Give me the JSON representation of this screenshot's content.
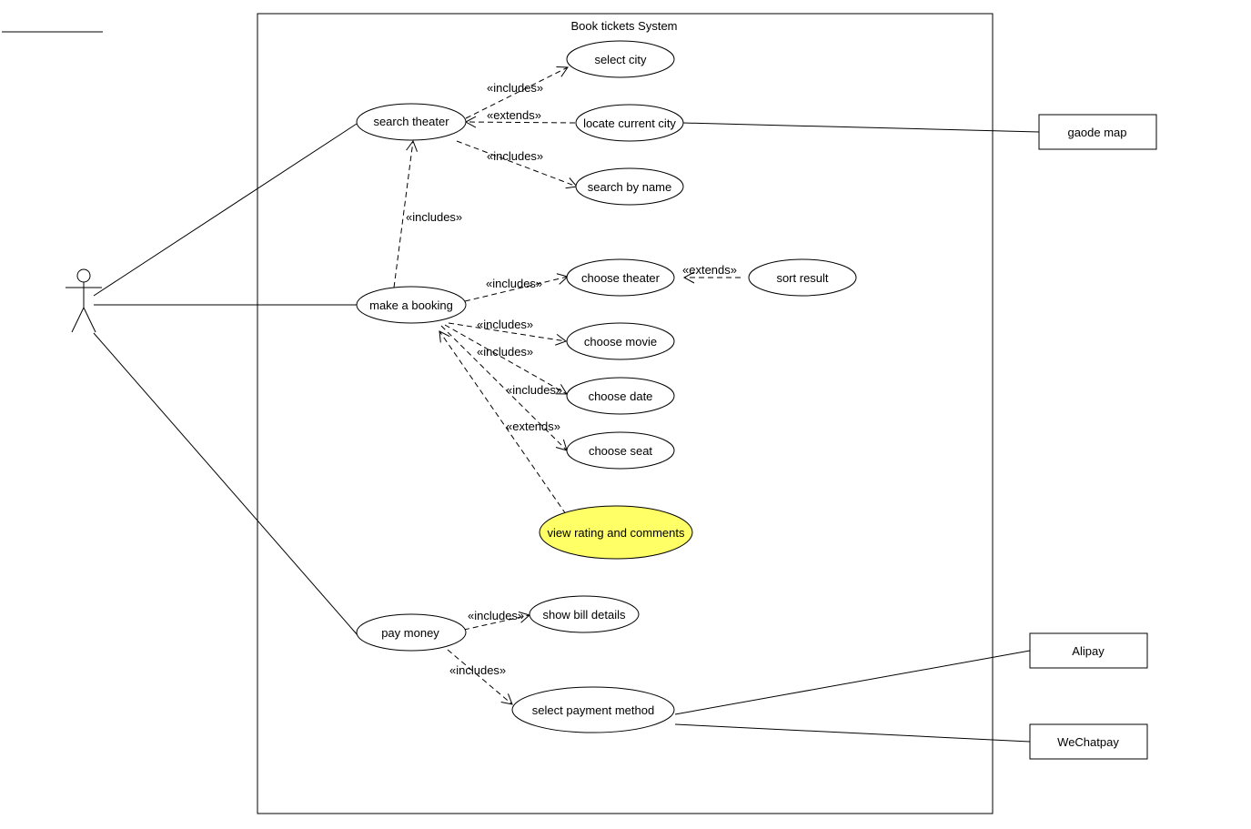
{
  "diagram": {
    "system_title": "Book tickets System",
    "usecases": {
      "search_theater": "search theater",
      "select_city": "select city",
      "locate_current_city": "locate current city",
      "search_by_name": "search by name",
      "make_booking": "make a booking",
      "choose_theater": "choose theater",
      "sort_result": "sort result",
      "choose_movie": "choose movie",
      "choose_date": "choose date",
      "choose_seat": "choose seat",
      "view_rating": "view rating and comments",
      "pay_money": "pay money",
      "show_bill": "show bill details",
      "select_payment": "select payment method"
    },
    "external_actors": {
      "gaode": "gaode map",
      "alipay": "Alipay",
      "wechatpay": "WeChatpay"
    },
    "stereotypes": {
      "includes": "«includes»",
      "extends": "«extends»"
    },
    "colors": {
      "highlight": "#ffff66"
    }
  }
}
